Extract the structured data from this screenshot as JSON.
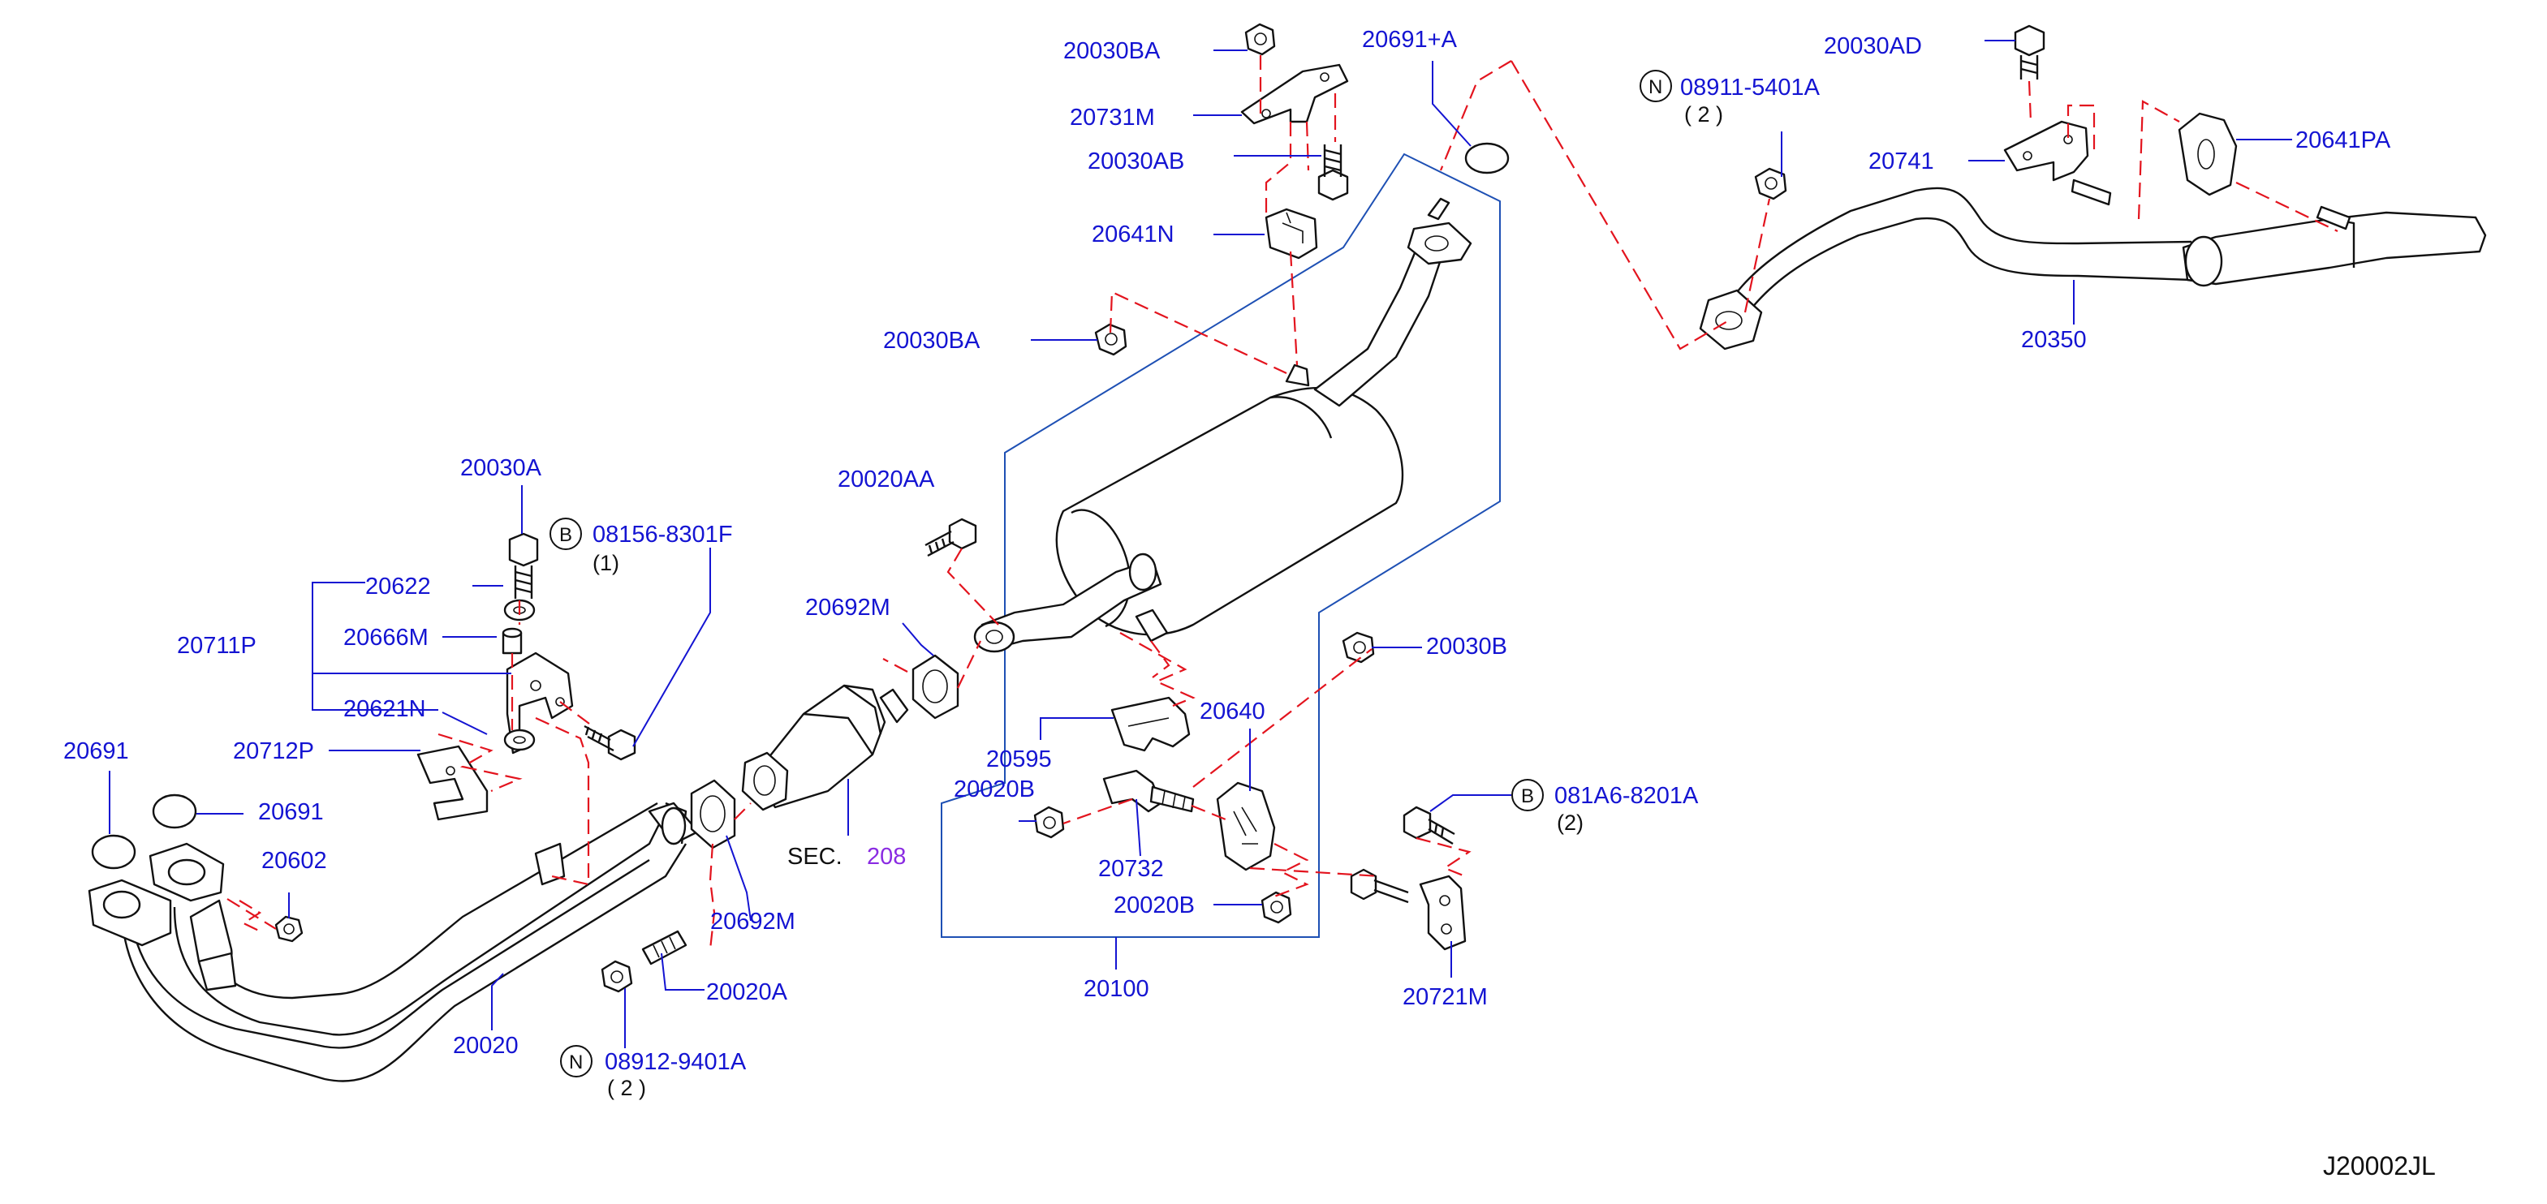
{
  "diagram": {
    "code": "J20002JL",
    "section_ref": {
      "prefix": "SEC.",
      "number": "208"
    },
    "colors": {
      "label": "#1414d2",
      "leader_dashed": "#e3141e",
      "outline": "#111111",
      "section_number": "#8a2be2"
    },
    "parts": {
      "p20030BA_top": "20030BA",
      "p20731M": "20731M",
      "p20030AB": "20030AB",
      "p20641N": "20641N",
      "p20030BA_mid": "20030BA",
      "p20691A": "20691+A",
      "p20030AD": "20030AD",
      "p20741": "20741",
      "p20641PA": "20641PA",
      "p20350": "20350",
      "p20030A": "20030A",
      "p20622": "20622",
      "p20711P": "20711P",
      "p20666M": "20666M",
      "p20621N": "20621N",
      "p20712P": "20712P",
      "p20691_a": "20691",
      "p20691_b": "20691",
      "p20602": "20602",
      "p20020": "20020",
      "p20020AA": "20020AA",
      "p20692M_top": "20692M",
      "p20692M_bot": "20692M",
      "p20020A": "20020A",
      "p20595": "20595",
      "p20020B_a": "20020B",
      "p20020B_b": "20020B",
      "p20640": "20640",
      "p20732": "20732",
      "p20100": "20100",
      "p20030B": "20030B",
      "p20721M": "20721M"
    },
    "fasteners": [
      {
        "symbol": "N",
        "part": "08911-5401A",
        "qty": "( 2 )"
      },
      {
        "symbol": "B",
        "part": "08156-8301F",
        "qty": "(1)"
      },
      {
        "symbol": "B",
        "part": "081A6-8201A",
        "qty": "(2)"
      },
      {
        "symbol": "N",
        "part": "08912-9401A",
        "qty": "( 2 )"
      }
    ]
  }
}
